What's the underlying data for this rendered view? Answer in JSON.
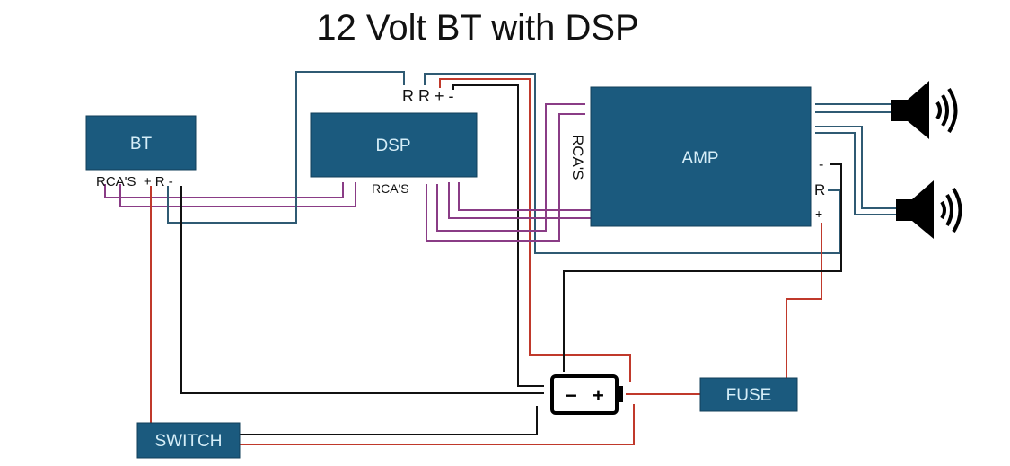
{
  "title": "12 Volt BT with DSP",
  "colors": {
    "box": "#1b5a7e",
    "signal_wire": "#8a3c86",
    "remote_wire": "#2f5a73",
    "power_wire": "#c0392b",
    "ground_wire": "#111111"
  },
  "components": {
    "bt": {
      "label": "BT",
      "terminals": "RCA'S  + R -"
    },
    "dsp": {
      "label": "DSP",
      "top_terminals": "R R + -",
      "rca_label": "RCA'S"
    },
    "amp": {
      "label": "AMP",
      "rca_label": "RCA'S",
      "neg": "-",
      "remote": "R",
      "pos": "+"
    },
    "fuse": {
      "label": "FUSE"
    },
    "switch": {
      "label": "SWITCH"
    },
    "battery": {
      "neg": "−",
      "pos": "+",
      "icon": "battery-icon"
    },
    "speakers": {
      "icon": "speaker-icon"
    }
  }
}
